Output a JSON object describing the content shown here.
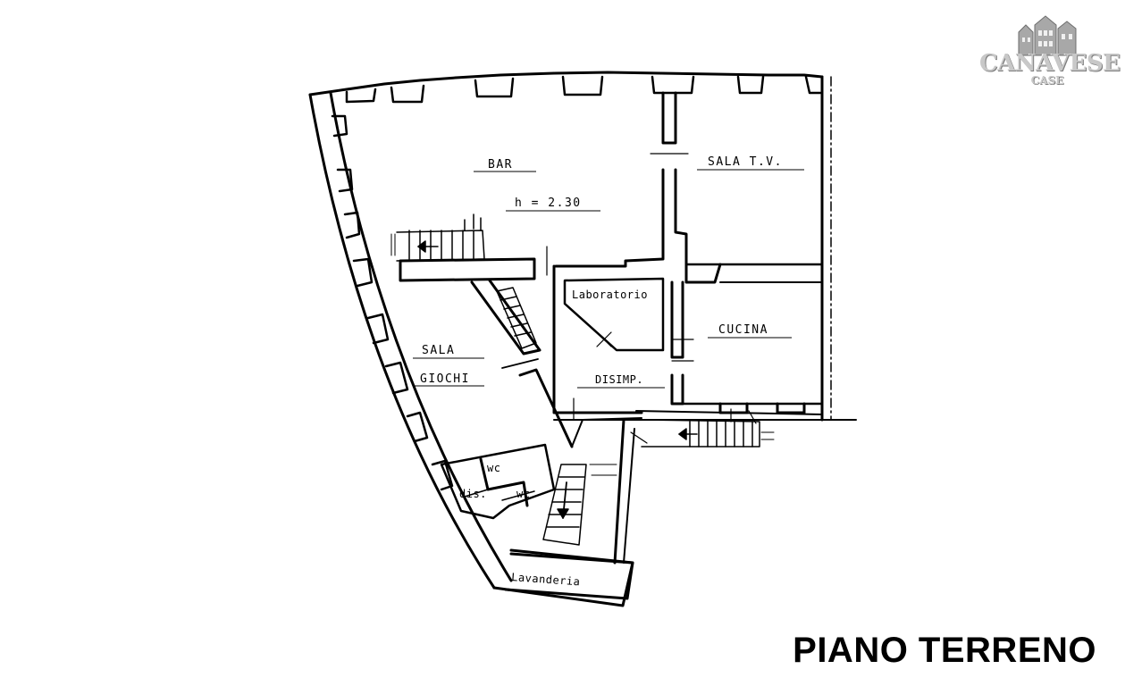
{
  "logo": {
    "brand": "CANAVESE",
    "sub": "CASE",
    "icon": "houses-icon"
  },
  "floor_title": "PIANO TERRENO",
  "rooms": {
    "bar": "BAR",
    "bar_height": "h = 2.30",
    "sala_tv": "SALA  T.V.",
    "laboratorio": "Laboratorio",
    "cucina": "CUCINA",
    "sala": "SALA",
    "giochi": "GIOCHI",
    "disimp": "DISIMP.",
    "wc_top": "wc",
    "wc_bottom": "wc",
    "dis": "dis.",
    "lavanderia": "Lavanderia"
  }
}
